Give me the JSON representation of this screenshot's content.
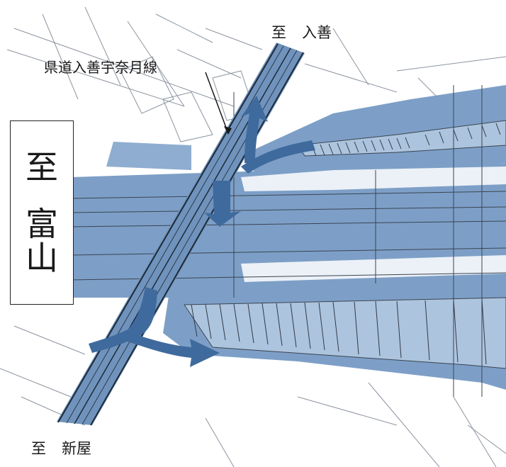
{
  "labels": {
    "top_to": "至",
    "top_dest": "入善",
    "road_name": "県道入善宇奈月線",
    "bottom_to": "至",
    "bottom_dest": "新屋"
  },
  "left_box": {
    "to": "至",
    "dest_char1": "富",
    "dest_char2": "山"
  },
  "colors": {
    "road_fill": "#6f93bd",
    "road_fill_light": "#8eadd0",
    "arrow_fill": "#3f6a9d",
    "linework": "#36414e",
    "background": "#ffffff"
  }
}
